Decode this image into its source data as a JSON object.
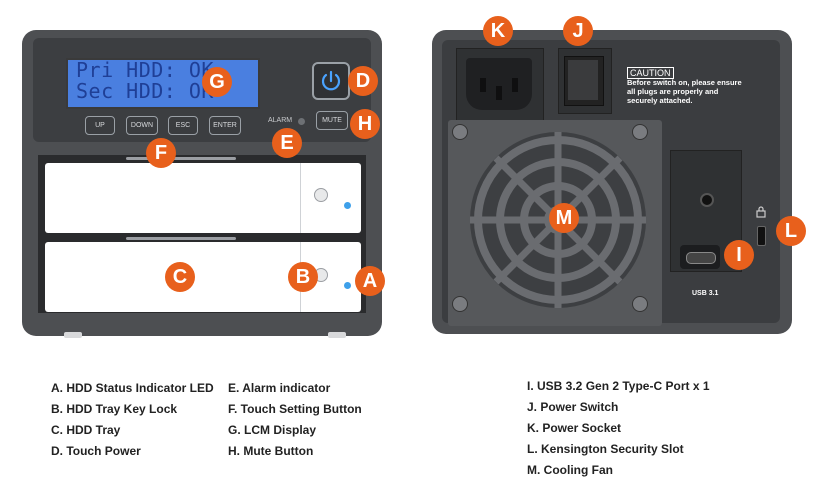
{
  "lcd": {
    "line1": "Pri HDD: OK",
    "line2": "Sec HDD: OK"
  },
  "buttons": {
    "up": "UP",
    "down": "DOWN",
    "esc": "ESC",
    "enter": "ENTER",
    "mute": "MUTE"
  },
  "alarm_label": "ALARM",
  "caution": {
    "title": "CAUTION",
    "text": "Before switch on, please ensure all plugs are properly and securely attached."
  },
  "usb_label": "USB 3.1",
  "badges": {
    "a": "A",
    "b": "B",
    "c": "C",
    "d": "D",
    "e": "E",
    "f": "F",
    "g": "G",
    "h": "H",
    "i": "I",
    "j": "J",
    "k": "K",
    "l": "L",
    "m": "M"
  },
  "legend": {
    "col1": [
      "A. HDD Status Indicator LED",
      "B. HDD Tray Key Lock",
      "C. HDD Tray",
      "D. Touch Power"
    ],
    "col2": [
      "E. Alarm indicator",
      "F. Touch Setting Button",
      "G. LCM Display",
      "H. Mute Button"
    ],
    "col3": [
      "I. USB 3.2 Gen 2 Type-C Port x 1",
      "J. Power Switch",
      "K. Power Socket",
      "L. Kensington Security Slot",
      "M. Cooling Fan"
    ]
  },
  "colors": {
    "badge": "#e8601c",
    "body": "#4d4f52",
    "lcd": "#4a7fe0",
    "led": "#3ea0ea"
  },
  "icons": {
    "power": "power-icon",
    "lock": "kensington-lock-icon"
  }
}
